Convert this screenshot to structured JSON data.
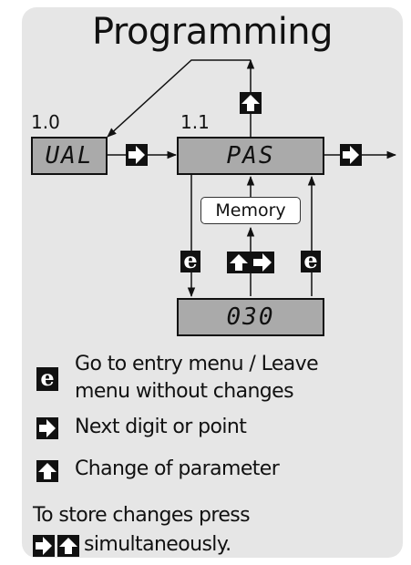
{
  "title": "Programming",
  "nodes": {
    "val": {
      "number": "1.0",
      "display": "UAL"
    },
    "pas": {
      "number": "1.1",
      "display": "PAS"
    },
    "code": {
      "display": "030"
    }
  },
  "memory_label": "Memory",
  "legend": {
    "entry": "Go to entry menu / Leave menu without changes",
    "entry_line1": "Go to entry menu / Leave",
    "entry_line2": "menu without changes",
    "next": "Next digit or point",
    "change": "Change of parameter",
    "store_line1": "To store changes press",
    "store_line2": "simultaneously."
  },
  "keys": {
    "enter_glyph": "e"
  },
  "colors": {
    "panel": "#e6e6e6",
    "display": "#aaaaaa",
    "key": "#111111"
  }
}
